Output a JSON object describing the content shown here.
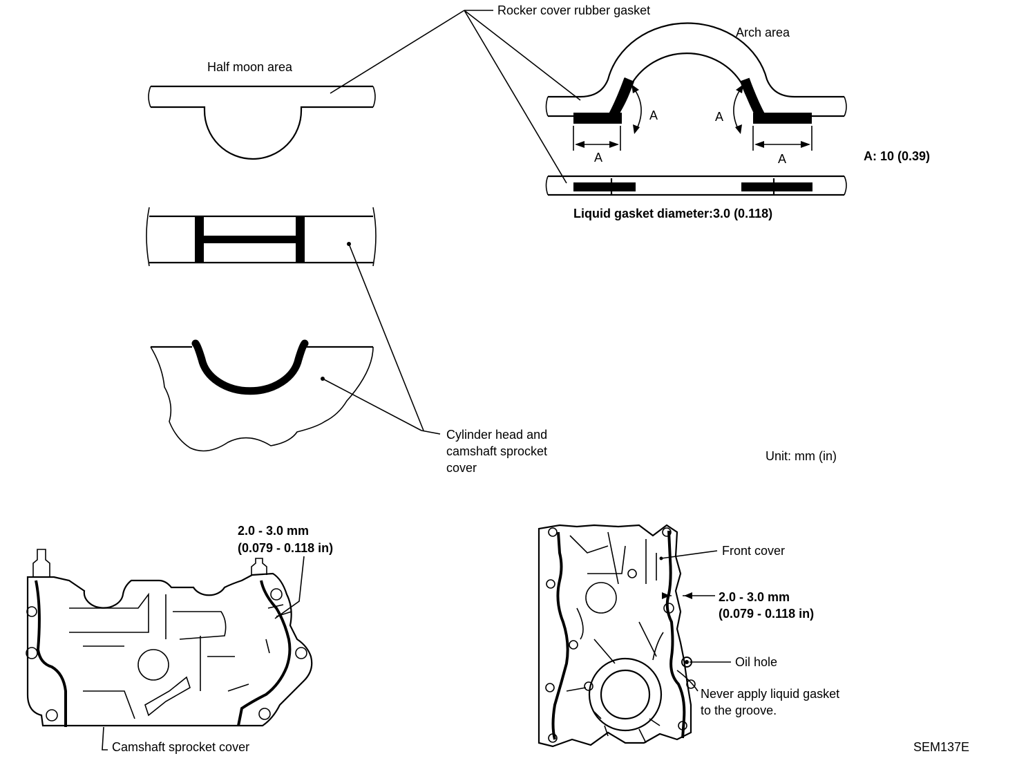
{
  "labels": {
    "rocker_cover_rubber_gasket": "Rocker cover rubber gasket",
    "half_moon_area": "Half moon area",
    "arch_area": "Arch area",
    "dim_a": "A",
    "a_value": "A: 10 (0.39)",
    "liquid_gasket_diameter": "Liquid gasket diameter:3.0 (0.118)",
    "cylinder_head_line1": "Cylinder head and",
    "cylinder_head_line2": "camshaft sprocket",
    "cylinder_head_line3": "cover",
    "unit": "Unit: mm (in)",
    "cam_dim_line1": "2.0 - 3.0 mm",
    "cam_dim_line2": "(0.079 - 0.118 in)",
    "camshaft_sprocket_cover": "Camshaft sprocket cover",
    "front_cover": "Front cover",
    "front_dim_line1": "2.0 - 3.0 mm",
    "front_dim_line2": "(0.079 - 0.118 in)",
    "oil_hole": "Oil hole",
    "never_apply_line1": "Never apply liquid gasket",
    "never_apply_line2": "to the groove.",
    "figure_id": "SEM137E"
  }
}
